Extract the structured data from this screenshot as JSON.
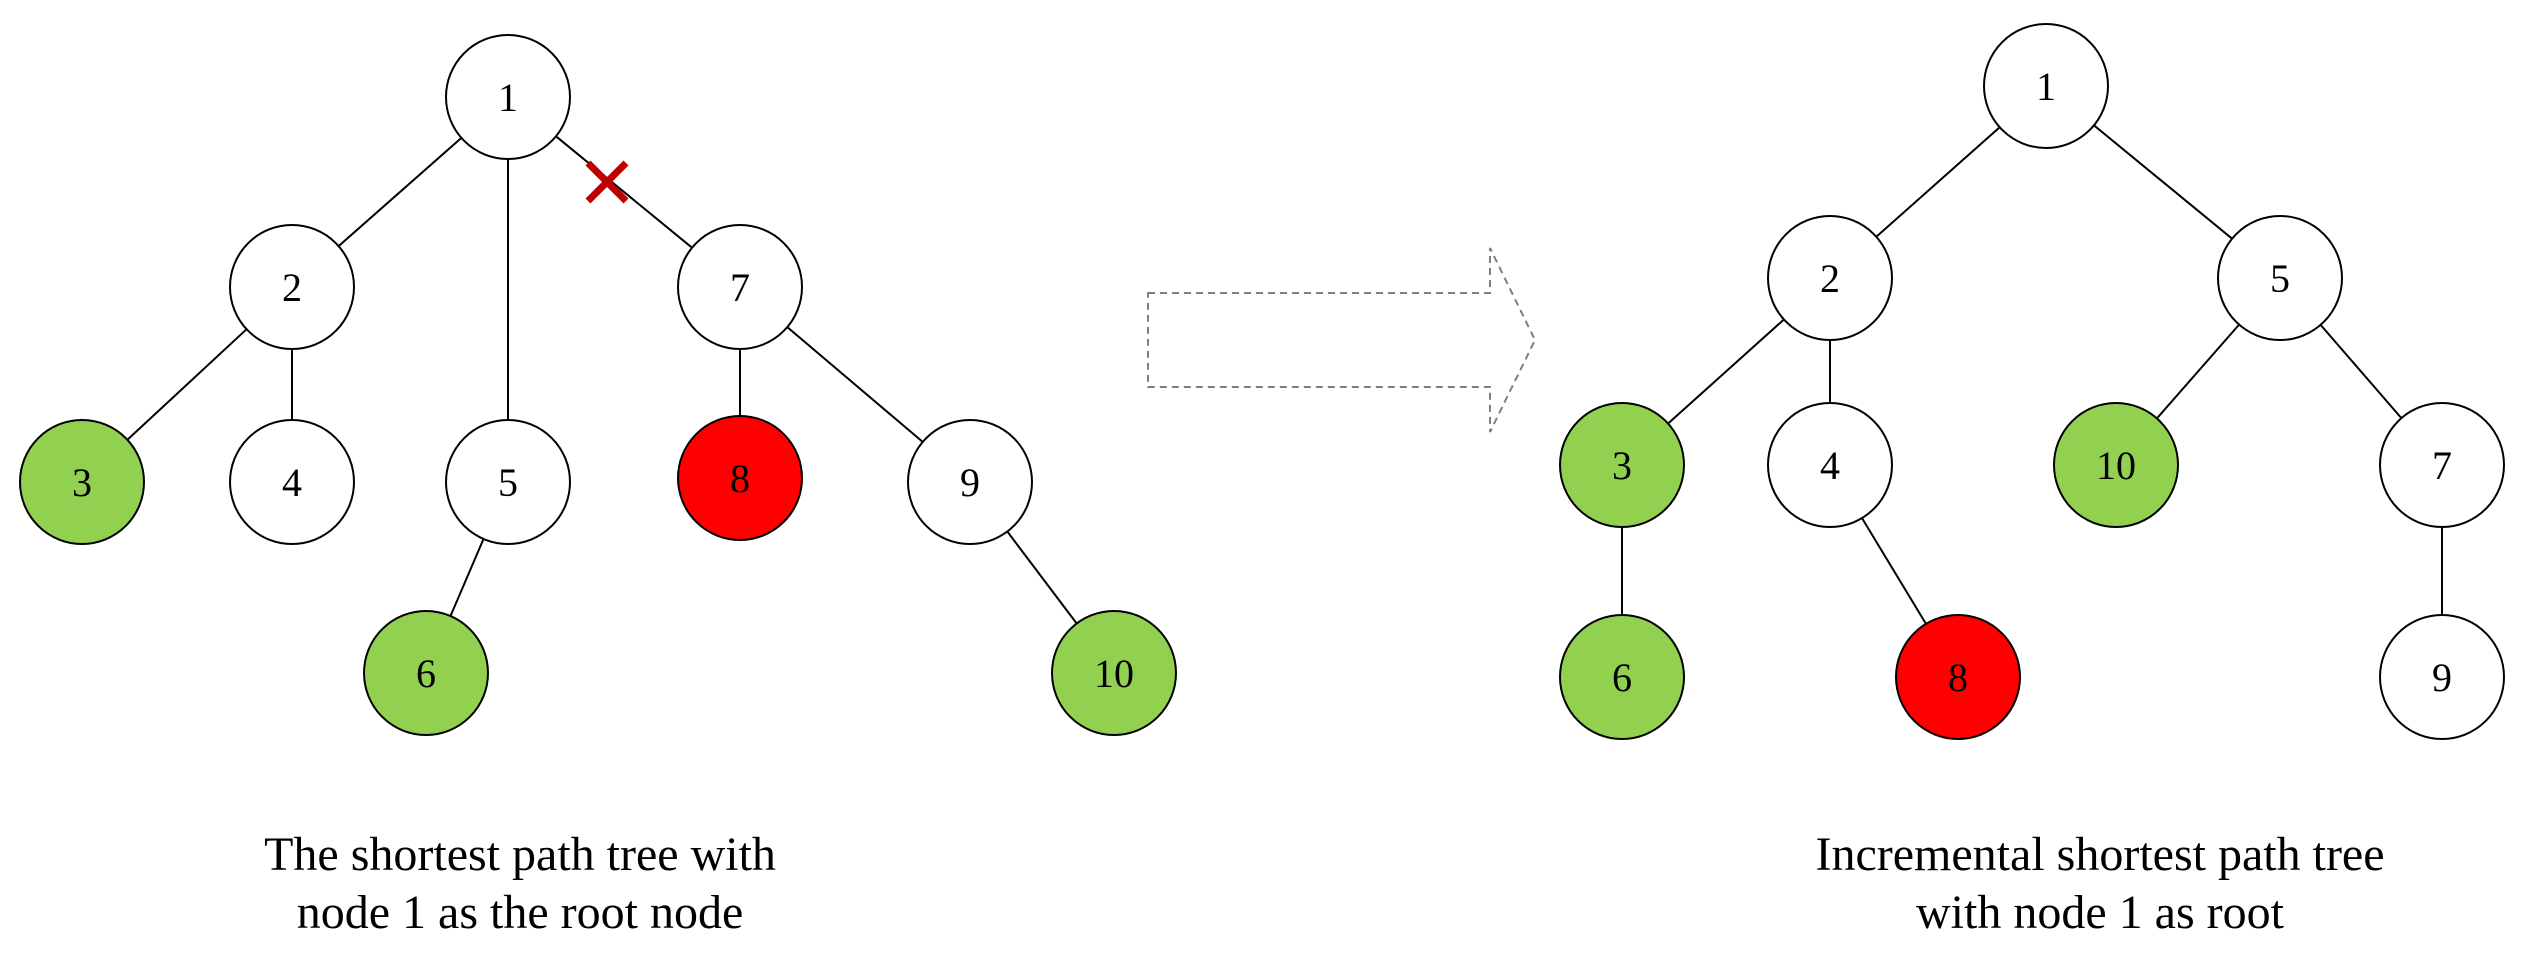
{
  "colors": {
    "default_fill": "#ffffff",
    "target_fill": "#92d050",
    "failed_fill": "#ff0000",
    "cut_mark": "#c00000"
  },
  "left_tree": {
    "caption": [
      "The shortest path tree with",
      "node 1 as the root node"
    ],
    "nodes": [
      {
        "id": "1",
        "state": "default"
      },
      {
        "id": "2",
        "state": "default"
      },
      {
        "id": "7",
        "state": "default"
      },
      {
        "id": "3",
        "state": "target"
      },
      {
        "id": "4",
        "state": "default"
      },
      {
        "id": "5",
        "state": "default"
      },
      {
        "id": "8",
        "state": "failed"
      },
      {
        "id": "9",
        "state": "default"
      },
      {
        "id": "6",
        "state": "target"
      },
      {
        "id": "10",
        "state": "target"
      }
    ],
    "edges": [
      [
        "1",
        "2"
      ],
      [
        "1",
        "5"
      ],
      [
        "1",
        "7"
      ],
      [
        "2",
        "3"
      ],
      [
        "2",
        "4"
      ],
      [
        "7",
        "8"
      ],
      [
        "7",
        "9"
      ],
      [
        "5",
        "6"
      ],
      [
        "9",
        "10"
      ]
    ],
    "cut_edge": [
      "1",
      "7"
    ]
  },
  "right_tree": {
    "caption": [
      "Incremental shortest path tree",
      "with node 1 as root"
    ],
    "nodes": [
      {
        "id": "1",
        "state": "default"
      },
      {
        "id": "2",
        "state": "default"
      },
      {
        "id": "5",
        "state": "default"
      },
      {
        "id": "3",
        "state": "target"
      },
      {
        "id": "4",
        "state": "default"
      },
      {
        "id": "10",
        "state": "target"
      },
      {
        "id": "7",
        "state": "default"
      },
      {
        "id": "6",
        "state": "target"
      },
      {
        "id": "8",
        "state": "failed"
      },
      {
        "id": "9",
        "state": "default"
      }
    ],
    "edges": [
      [
        "1",
        "2"
      ],
      [
        "1",
        "5"
      ],
      [
        "2",
        "3"
      ],
      [
        "2",
        "4"
      ],
      [
        "5",
        "10"
      ],
      [
        "5",
        "7"
      ],
      [
        "3",
        "6"
      ],
      [
        "4",
        "8"
      ],
      [
        "7",
        "9"
      ]
    ]
  }
}
